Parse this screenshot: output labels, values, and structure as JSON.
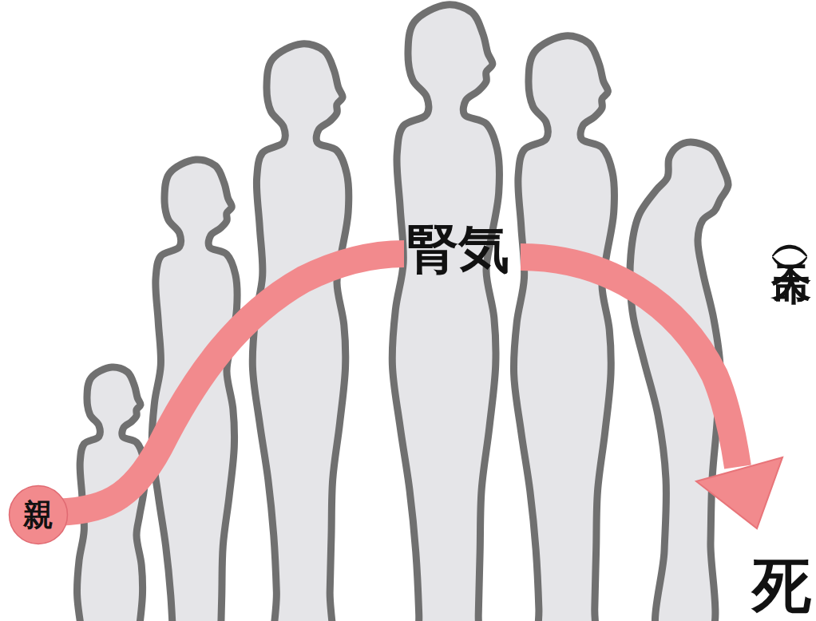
{
  "diagram": {
    "nodes": [
      {
        "text": [
          "親"
        ]
      }
    ],
    "labels": [
      "腎気",
      "（天命）",
      "死"
    ]
  }
}
